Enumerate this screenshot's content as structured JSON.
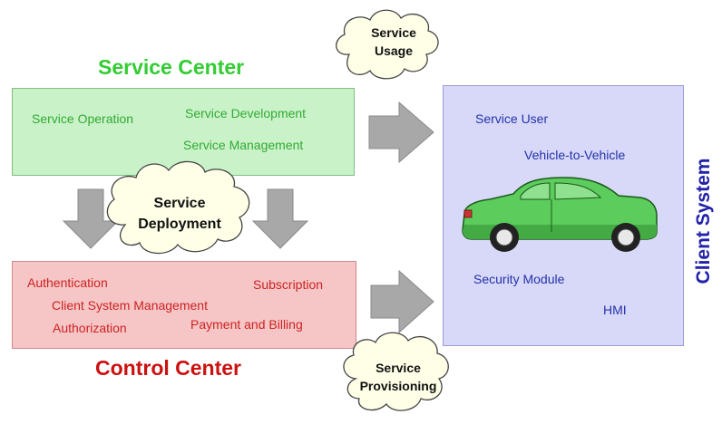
{
  "service_center": {
    "title": "Service Center",
    "items": {
      "operation": "Service Operation",
      "development": "Service Development",
      "management": "Service Management"
    }
  },
  "control_center": {
    "title": "Control Center",
    "items": {
      "authentication": "Authentication",
      "subscription": "Subscription",
      "client_mgmt": "Client System Management",
      "authorization": "Authorization",
      "payment": "Payment and Billing"
    }
  },
  "client_system": {
    "title": "Client System",
    "items": {
      "user": "Service User",
      "v2v": "Vehicle-to-Vehicle",
      "security": "Security Module",
      "hmi": "HMI"
    }
  },
  "clouds": {
    "usage": [
      "Service",
      "Usage"
    ],
    "deployment": [
      "Service",
      "Deployment"
    ],
    "provisioning": [
      "Service",
      "Provisioning"
    ]
  },
  "colors": {
    "service_green": "#33cc33",
    "control_red": "#cc1111",
    "client_blue": "#2222aa",
    "arrow_gray": "#a8a8a8",
    "car_green": "#5ccc5c"
  }
}
